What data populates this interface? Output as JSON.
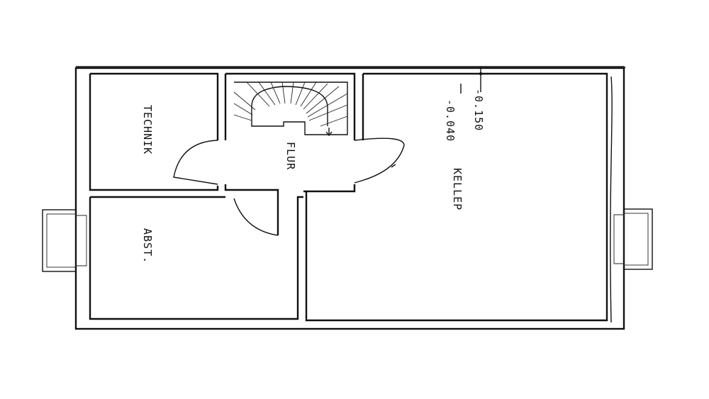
{
  "rooms": {
    "technik": "TECHNIK",
    "flur": "FLUR",
    "keller": "KELLEP",
    "abst": "ABST."
  },
  "levels": {
    "level_1": "-0.150",
    "level_2": "-0.040"
  }
}
